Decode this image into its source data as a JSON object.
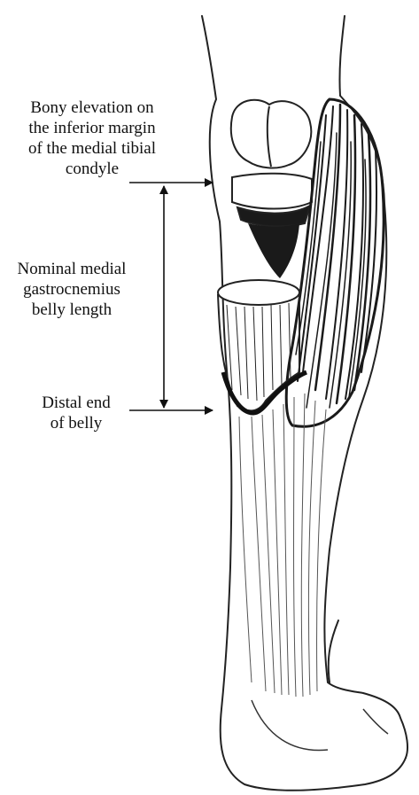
{
  "labels": {
    "top": [
      "Bony elevation on",
      "the inferior margin",
      "of the medial tibial",
      "condyle"
    ],
    "middle": [
      "Nominal medial",
      "gastrocnemius",
      "belly length"
    ],
    "bottom": [
      "Distal end",
      "of belly"
    ]
  },
  "colors": {
    "ink": "#111111",
    "background": "#ffffff"
  }
}
